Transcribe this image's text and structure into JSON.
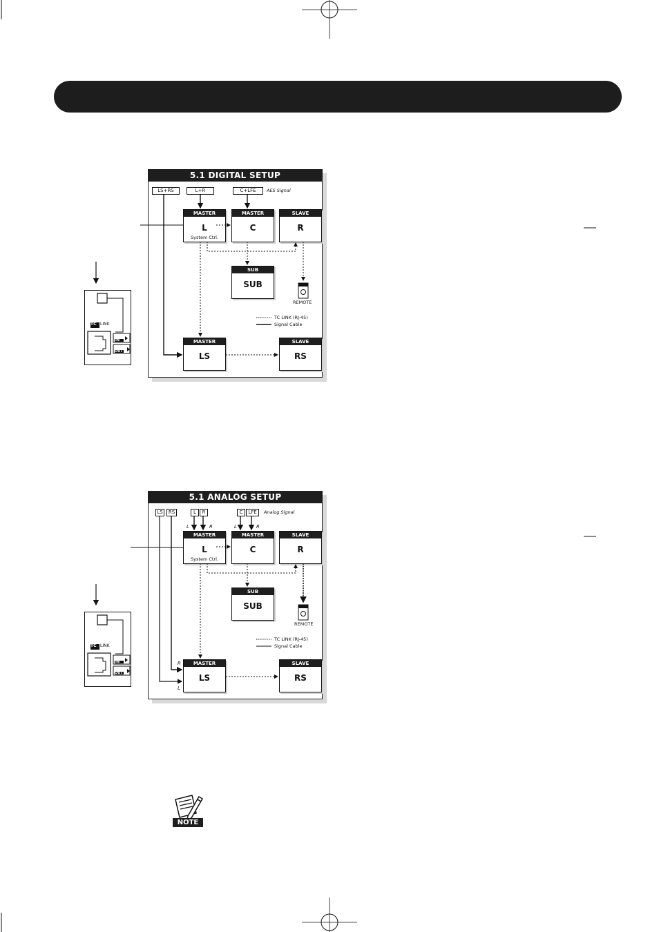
{
  "digital": {
    "title": "5.1 DIGITAL SETUP",
    "inputs": {
      "ls_rs": "LS+RS",
      "l_r": "L+R",
      "c_lfe": "C+LFE"
    },
    "signal_note": "AES Signal",
    "units": {
      "l": {
        "head": "MASTER",
        "label": "L",
        "sub": "System Ctrl."
      },
      "c": {
        "head": "MASTER",
        "label": "C"
      },
      "r": {
        "head": "SLAVE",
        "label": "R"
      },
      "sub": {
        "head": "SUB",
        "label": "SUB"
      },
      "ls": {
        "head": "MASTER",
        "label": "LS"
      },
      "rs": {
        "head": "SLAVE",
        "label": "RS"
      }
    },
    "remote": "REMOTE",
    "legend": {
      "link": "TC LINK (RJ-45)",
      "cable": "Signal Cable"
    }
  },
  "analog": {
    "title": "5.1 ANALOG SETUP",
    "inputs": {
      "ls": "LS",
      "rs": "RS",
      "l": "L",
      "r": "R",
      "c": "C",
      "lfe": "LFE"
    },
    "signal_note": "Analog Signal",
    "channel_marks": {
      "l": "L",
      "r": "R"
    },
    "units": {
      "l": {
        "head": "MASTER",
        "label": "L",
        "sub": "System Ctrl."
      },
      "c": {
        "head": "MASTER",
        "label": "C"
      },
      "r": {
        "head": "SLAVE",
        "label": "R"
      },
      "sub": {
        "head": "SUB",
        "label": "SUB"
      },
      "ls": {
        "head": "MASTER",
        "label": "LS"
      },
      "rs": {
        "head": "SLAVE",
        "label": "RS"
      }
    },
    "remote": "REMOTE",
    "legend": {
      "link": "TC LINK (RJ-45)",
      "cable": "Signal Cable"
    }
  },
  "panel": {
    "tc": "TC",
    "link": "LINK",
    "in": "IN",
    "out": "OUT"
  },
  "note_icon": "NOTE"
}
